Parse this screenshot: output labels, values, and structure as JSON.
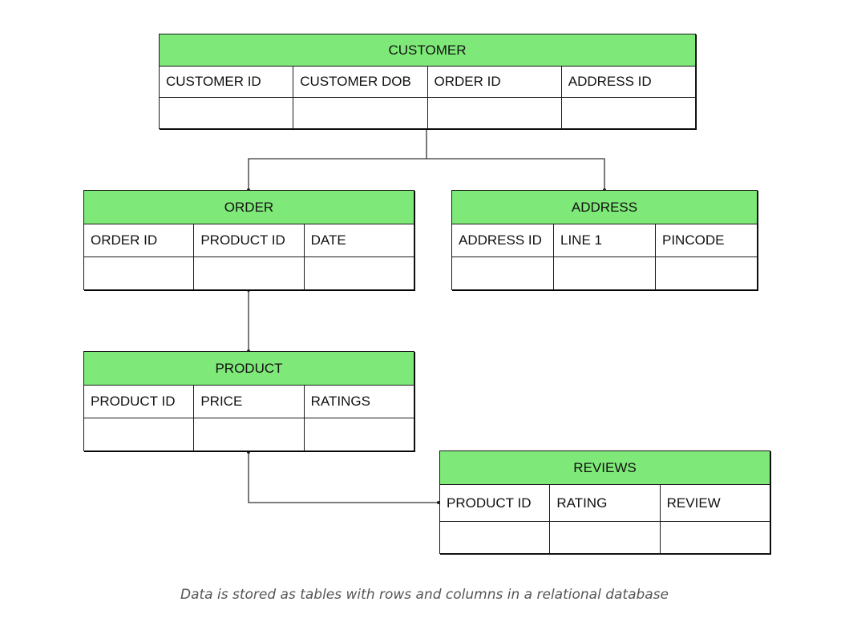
{
  "tables": {
    "customer": {
      "name": "CUSTOMER",
      "columns": [
        "CUSTOMER ID",
        "CUSTOMER DOB",
        "ORDER ID",
        "ADDRESS ID"
      ]
    },
    "order": {
      "name": "ORDER",
      "columns": [
        "ORDER ID",
        "PRODUCT ID",
        "DATE"
      ]
    },
    "address": {
      "name": "ADDRESS",
      "columns": [
        "ADDRESS ID",
        "LINE 1",
        "PINCODE"
      ]
    },
    "product": {
      "name": "PRODUCT",
      "columns": [
        "PRODUCT ID",
        "PRICE",
        "RATINGS"
      ]
    },
    "reviews": {
      "name": "REVIEWS",
      "columns": [
        "PRODUCT ID",
        "RATING",
        "REVIEW"
      ]
    }
  },
  "caption": "Data is stored as tables with rows and columns in a relational database",
  "colors": {
    "header_fill": "#7ee878",
    "border": "#1a1a1a",
    "caption_text": "#555555"
  }
}
